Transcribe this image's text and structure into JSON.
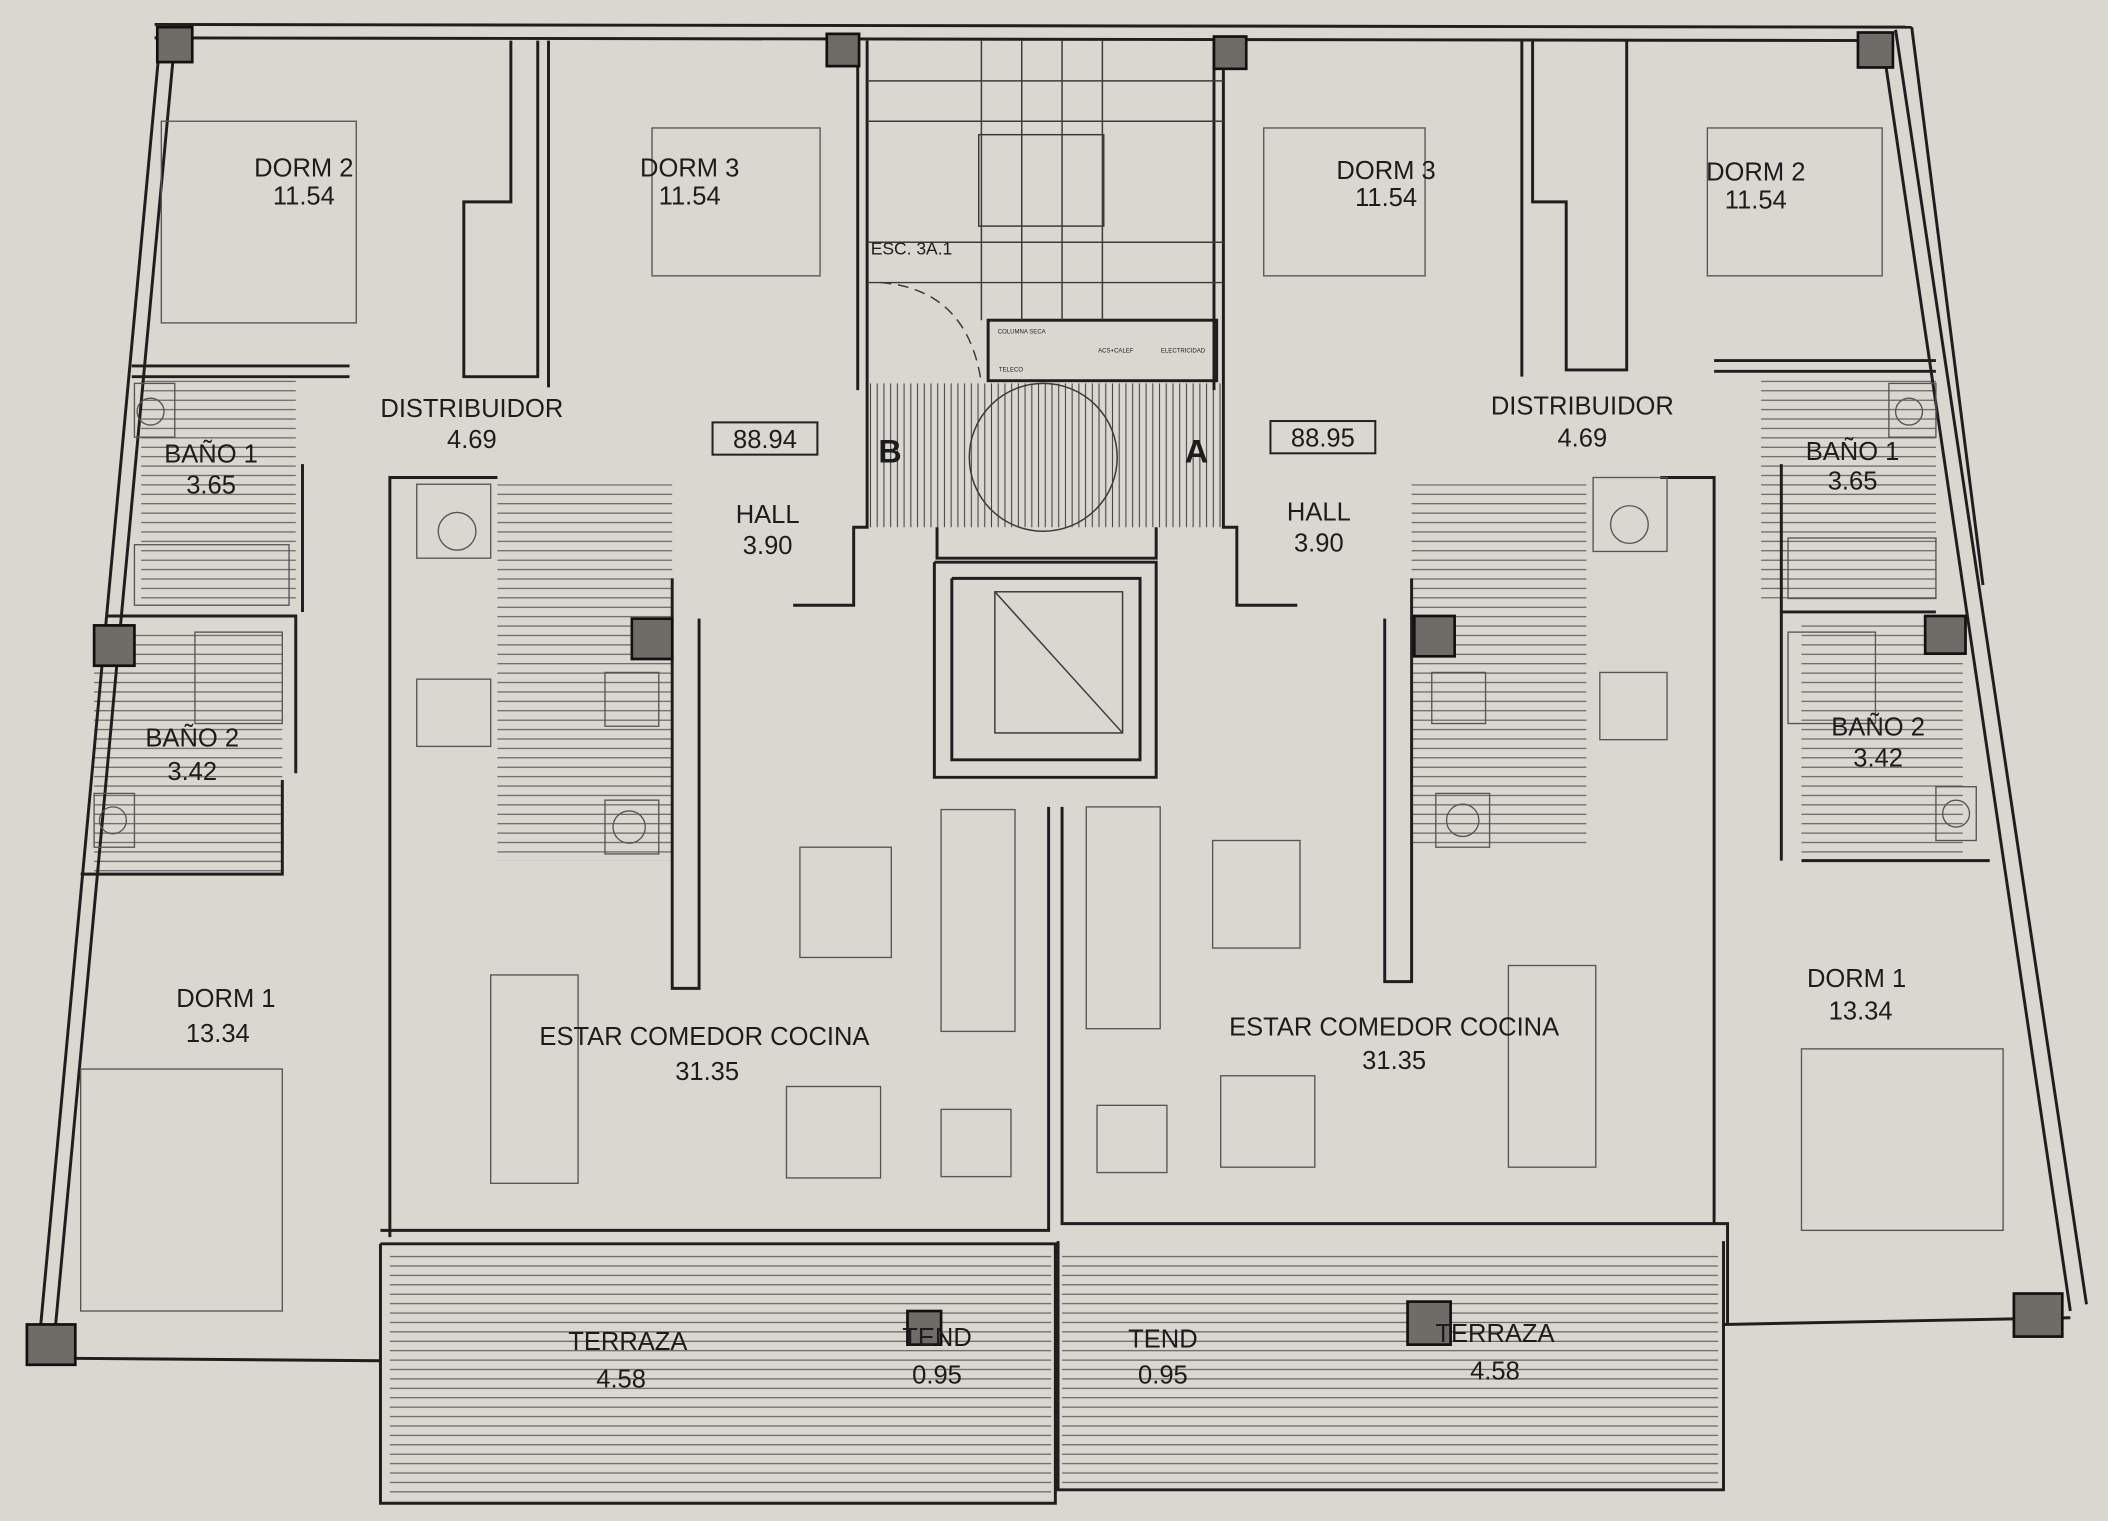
{
  "title": "Floor plan - two apartments (A and B) around stair core",
  "stair": {
    "label": "ESC. 3A.1",
    "teleco": "TELECO",
    "columna_seca": "COLUMNA SECA",
    "acs": "ACS+CALEF",
    "electricidad": "ELECTRICIDAD"
  },
  "units": {
    "B": {
      "letter": "B",
      "area": "88.94",
      "rooms": [
        {
          "name": "DORM 2",
          "area": "11.54"
        },
        {
          "name": "DORM 3",
          "area": "11.54"
        },
        {
          "name": "DISTRIBUIDOR",
          "area": "4.69"
        },
        {
          "name": "BAÑO 1",
          "area": "3.65"
        },
        {
          "name": "HALL",
          "area": "3.90"
        },
        {
          "name": "BAÑO 2",
          "area": "3.42"
        },
        {
          "name": "DORM 1",
          "area": "13.34"
        },
        {
          "name": "ESTAR COMEDOR COCINA",
          "area": "31.35"
        },
        {
          "name": "TERRAZA",
          "area": "4.58"
        },
        {
          "name": "TEND",
          "area": "0.95"
        }
      ]
    },
    "A": {
      "letter": "A",
      "area": "88.95",
      "rooms": [
        {
          "name": "DORM 3",
          "area": "11.54"
        },
        {
          "name": "DORM 2",
          "area": "11.54"
        },
        {
          "name": "DISTRIBUIDOR",
          "area": "4.69"
        },
        {
          "name": "BAÑO 1",
          "area": "3.65"
        },
        {
          "name": "HALL",
          "area": "3.90"
        },
        {
          "name": "BAÑO 2",
          "area": "3.42"
        },
        {
          "name": "DORM 1",
          "area": "13.34"
        },
        {
          "name": "ESTAR COMEDOR COCINA",
          "area": "31.35"
        },
        {
          "name": "TEND",
          "area": "0.95"
        },
        {
          "name": "TERRAZA",
          "area": "4.58"
        }
      ]
    }
  }
}
